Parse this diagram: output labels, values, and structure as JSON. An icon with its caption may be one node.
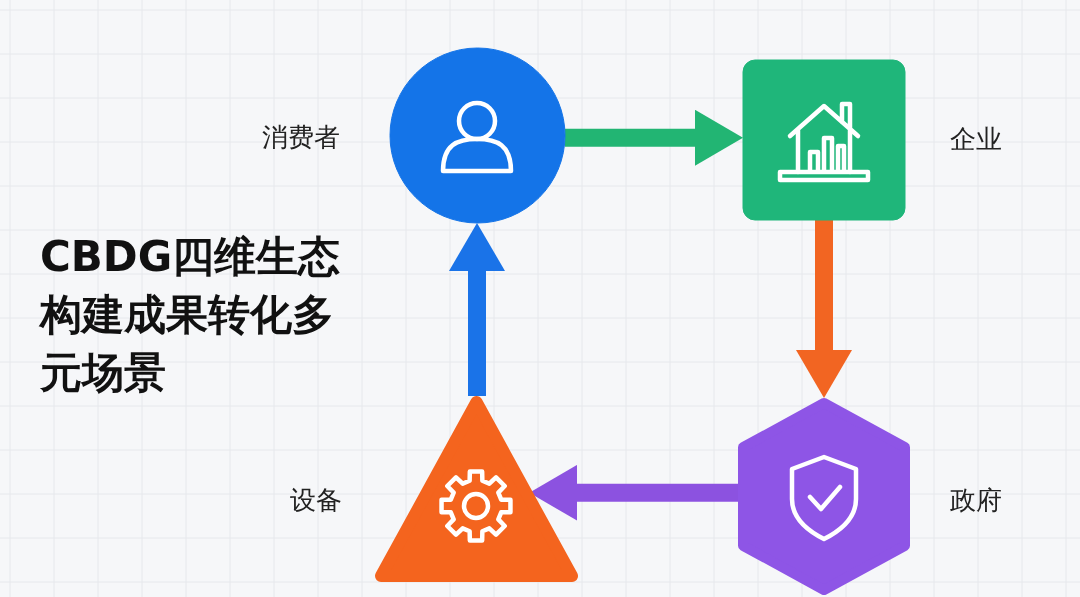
{
  "diagram": {
    "title": "CBDG四维生态构建成果转化多元场景",
    "nodes": [
      {
        "text": [],
        "shape": "circle",
        "beside": [
          "消费者"
        ]
      },
      {
        "text": [],
        "shape": "box",
        "beside": [
          "企业"
        ]
      },
      {
        "text": [],
        "shape": "hexagon",
        "beside": [
          "政府"
        ]
      },
      {
        "text": [],
        "shape": "triangle",
        "beside": [
          "设备"
        ]
      }
    ],
    "edges": [
      {
        "from": 0,
        "to": 1,
        "arrow": "to",
        "color": "#22b573"
      },
      {
        "from": 1,
        "to": 2,
        "arrow": "to",
        "color": "#f26522"
      },
      {
        "from": 2,
        "to": 3,
        "arrow": "to",
        "color": "#8c52e0"
      },
      {
        "from": 3,
        "to": 0,
        "arrow": "to",
        "color": "#1a73e8"
      }
    ]
  }
}
